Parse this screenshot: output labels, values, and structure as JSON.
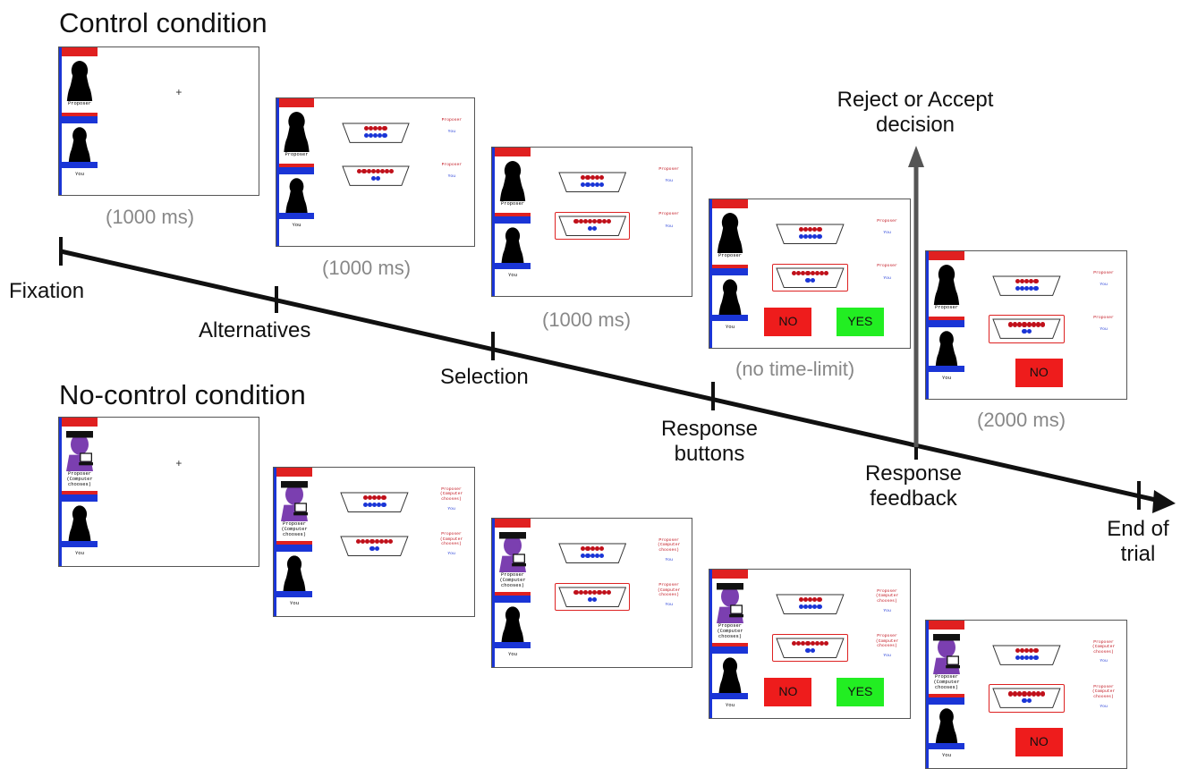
{
  "conditions": {
    "control_title": "Control condition",
    "nocontrol_title": "No-control condition"
  },
  "timeline": {
    "events": [
      "Fixation",
      "Alternatives",
      "Selection",
      "Response buttons",
      "Response feedback",
      "End of trial"
    ],
    "decision_label": "Reject or Accept decision"
  },
  "durations": [
    "(1000 ms)",
    "(1000 ms)",
    "(1000 ms)",
    "(no time-limit)",
    "(2000 ms)"
  ],
  "screen": {
    "proposer_label": "Proposer",
    "proposer_computer_label": "Proposer (Computer chooses)",
    "you_label": "You",
    "computer_sign": "Computer chooses",
    "fixation_mark": "+",
    "no_button": "NO",
    "yes_button": "YES",
    "offer_top": {
      "proposer_dots": 5,
      "you_dots": 5
    },
    "offer_bottom": {
      "proposer_dots": 8,
      "you_dots": 2
    }
  },
  "colors": {
    "proposer": "#c0101a",
    "you": "#1a35d6",
    "no_button": "#ee1c1c",
    "yes_button": "#22ee22",
    "computer_avatar": "#7b3fb0",
    "duration_text": "#888888"
  }
}
